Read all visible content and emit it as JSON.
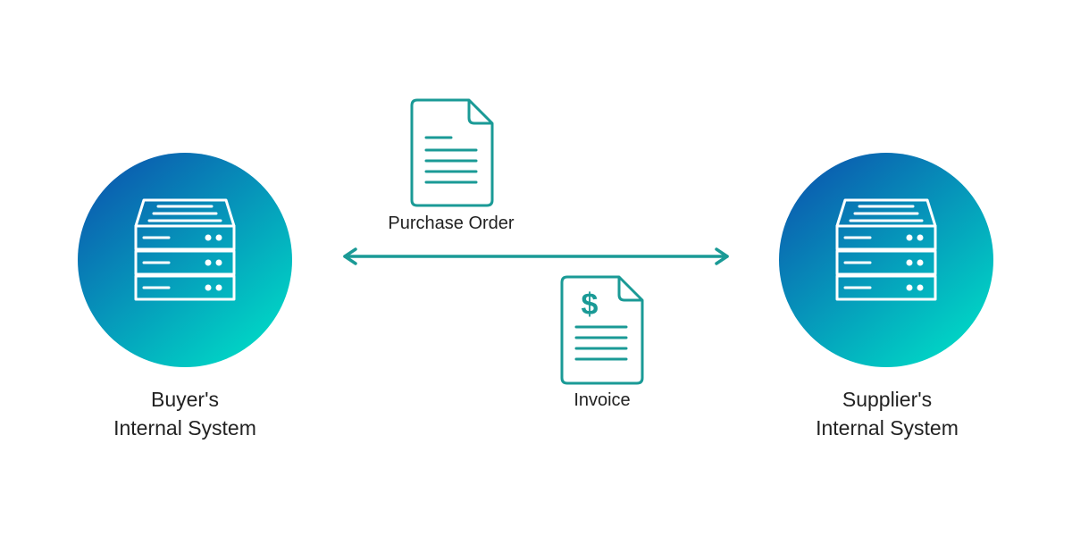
{
  "colors": {
    "accent": "#1a9a96",
    "gradient_start": "#0b5fb0",
    "gradient_end": "#00d9c6",
    "icon_stroke": "#ffffff",
    "text": "#222222"
  },
  "nodes": {
    "buyer": {
      "icon": "server-icon",
      "label_line1": "Buyer's",
      "label_line2": "Internal System"
    },
    "supplier": {
      "icon": "server-icon",
      "label_line1": "Supplier's",
      "label_line2": "Internal System"
    }
  },
  "connector": {
    "type": "bidirectional-arrow",
    "icon": "double-arrow-icon"
  },
  "documents": {
    "purchase_order": {
      "icon": "document-icon",
      "label": "Purchase Order"
    },
    "invoice": {
      "icon": "invoice-icon",
      "symbol": "$",
      "label": "Invoice"
    }
  }
}
